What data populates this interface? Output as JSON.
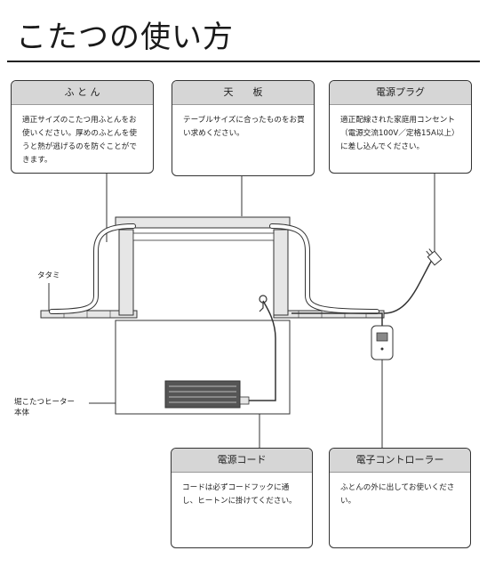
{
  "title": "こたつの使い方",
  "boxes": {
    "futon": {
      "header": "ふ と ん",
      "body": "適正サイズのこたつ用ふとんをお使いください。厚めのふとんを使うと熱が逃げるのを防ぐことができます。"
    },
    "tenban": {
      "header": "天　　板",
      "body": "テーブルサイズに合ったものをお買い求めください。"
    },
    "plug": {
      "header": "電源プラグ",
      "body": "適正配線された家庭用コンセント（電源交流100V／定格15A以上）に差し込んでください。"
    },
    "cord": {
      "header": "電源コード",
      "body": "コードは必ずコードフックに通し、ヒートンに掛けてください。"
    },
    "controller": {
      "header": "電子コントローラー",
      "body": "ふとんの外に出してお使いください。"
    }
  },
  "labels": {
    "tatami": "タタミ",
    "heater_line1": "堀こたつヒーター",
    "heater_line2": "本体"
  },
  "colors": {
    "box_header_bg": "#d6d6d6",
    "diagram_fill": "#e6e6e6",
    "line": "#333333"
  }
}
